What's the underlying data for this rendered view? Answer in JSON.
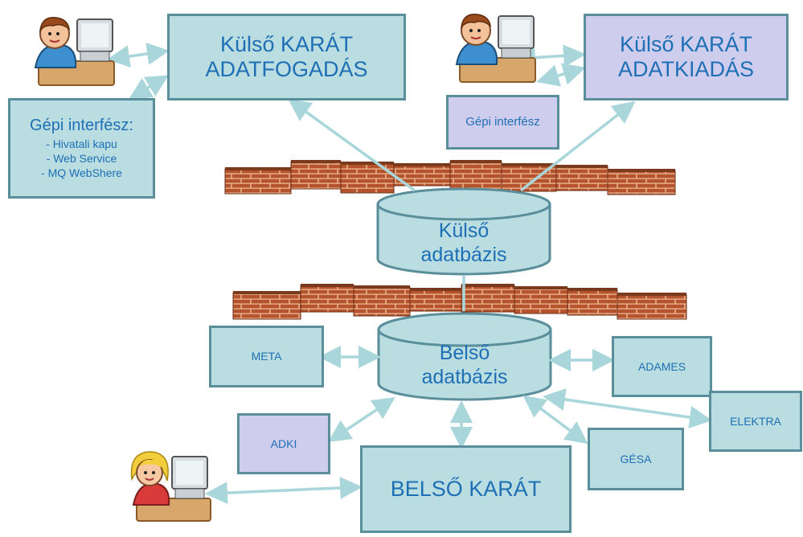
{
  "colors": {
    "teal_fill": "#b9dde1",
    "lavender_fill": "#cfcdee",
    "border": "#5a8e9a",
    "text": "#1f6fb5",
    "arrow": "#a9d6da",
    "brick": "#b5542c",
    "mortar": "#eab28f"
  },
  "icons": [
    "boy-at-computer-icon",
    "boy-at-computer-icon",
    "girl-at-computer-icon",
    "brick-wall-icon"
  ],
  "diagram": {
    "kulso_fogadas": {
      "line1": "Külső KARÁT",
      "line2": "ADATFOGADÁS"
    },
    "kulso_kiadas": {
      "line1": "Külső KARÁT",
      "line2": "ADATKIADÁS"
    },
    "gepi_interfesz_left": {
      "title": "Gépi interfész:",
      "items": [
        "- Hivatali kapu",
        "- Web Service",
        "- MQ WebShere"
      ]
    },
    "gepi_interfesz_right": "Gépi interfész",
    "kulso_db": {
      "line1": "Külső",
      "line2": "adatbázis"
    },
    "belso_db": {
      "line1": "Belső",
      "line2": "adatbázis"
    },
    "meta": "META",
    "adames": "ADAMES",
    "elektra": "ELEKTRA",
    "adki": "ADKI",
    "gesa": "GÉSA",
    "belso_karat": "BELSŐ KARÁT"
  }
}
